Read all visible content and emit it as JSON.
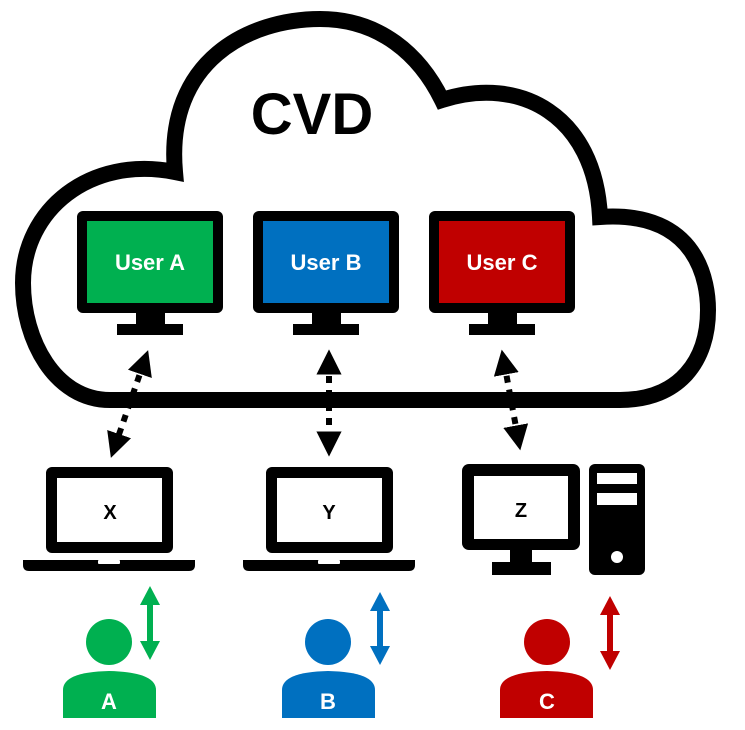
{
  "cloud": {
    "title": "CVD",
    "virtual_desktops": [
      {
        "label": "User A",
        "color": "#00B050"
      },
      {
        "label": "User B",
        "color": "#0070C0"
      },
      {
        "label": "User C",
        "color": "#C00000"
      }
    ]
  },
  "devices": [
    {
      "label": "X",
      "type": "laptop"
    },
    {
      "label": "Y",
      "type": "laptop"
    },
    {
      "label": "Z",
      "type": "desktop"
    }
  ],
  "users": [
    {
      "label": "A",
      "color": "#00B050"
    },
    {
      "label": "B",
      "color": "#0070C0"
    },
    {
      "label": "C",
      "color": "#C00000"
    }
  ],
  "connections": [
    {
      "from": "X",
      "to": "User A",
      "style": "dotted-bidirectional"
    },
    {
      "from": "Y",
      "to": "User B",
      "style": "dotted-bidirectional"
    },
    {
      "from": "Z",
      "to": "User C",
      "style": "dotted-bidirectional"
    }
  ]
}
